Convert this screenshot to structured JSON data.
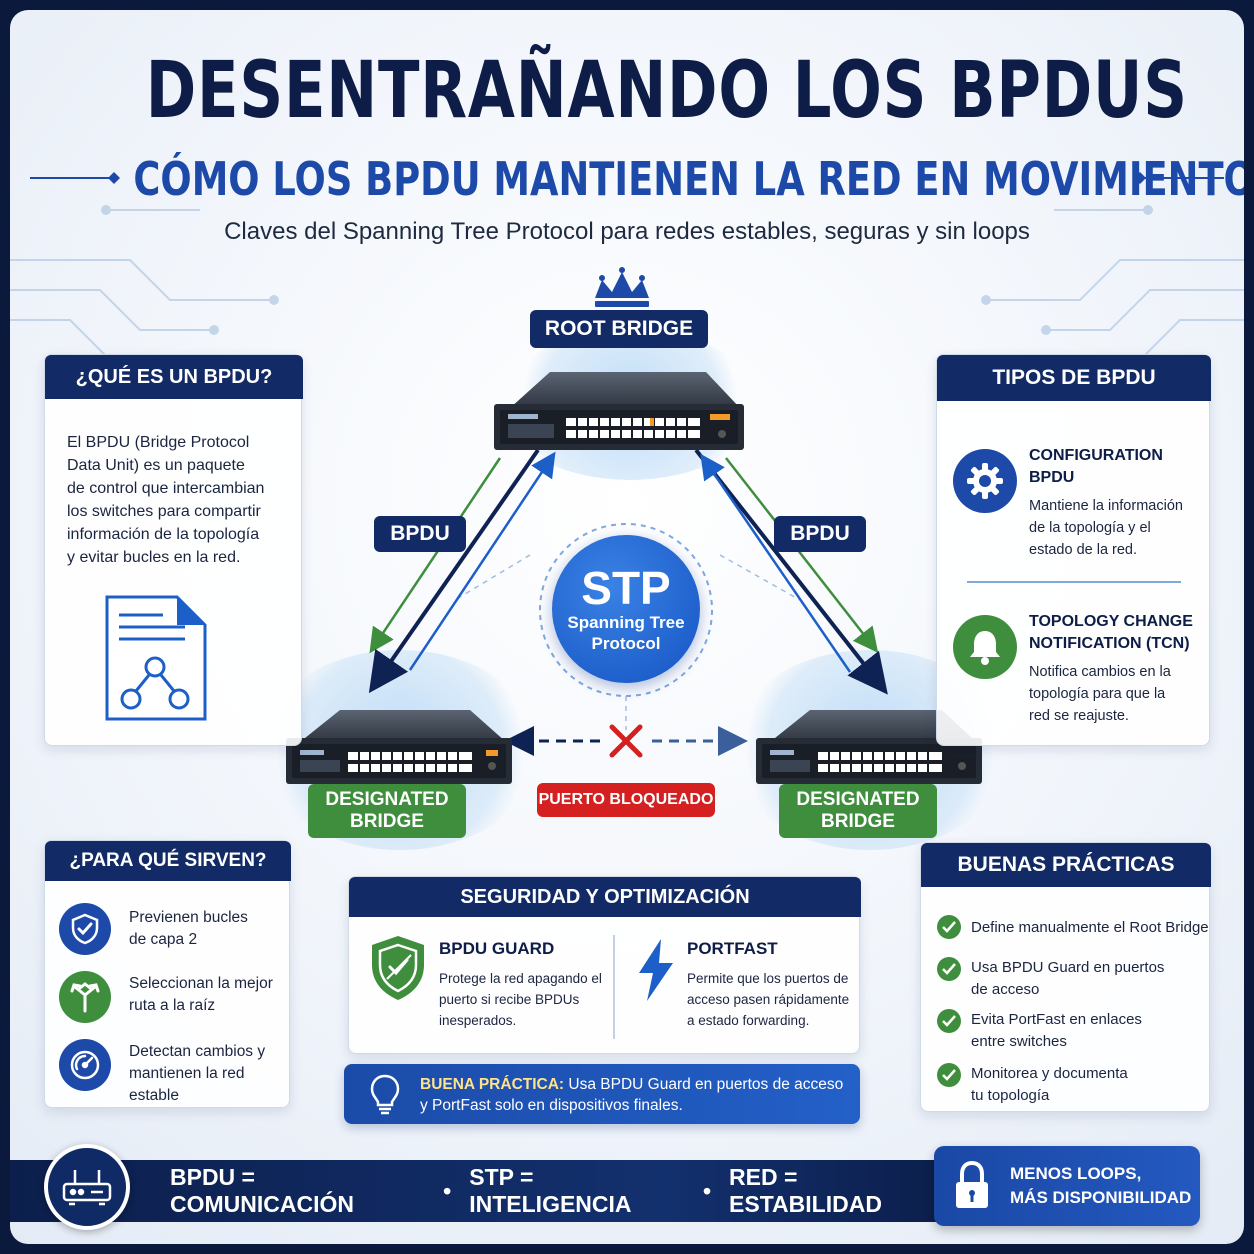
{
  "title": "DESENTRAÑANDO LOS BPDUS",
  "subtitle": "CÓMO LOS BPDU MANTIENEN LA RED EN MOVIMIENTO",
  "tagline": "Claves del Spanning Tree Protocol para redes estables, seguras y sin loops",
  "diagram": {
    "root_label": "ROOT BRIDGE",
    "bpdu_left": "BPDU",
    "bpdu_right": "BPDU",
    "stp_title": "STP",
    "stp_line1": "Spanning Tree",
    "stp_line2": "Protocol",
    "designated_left": [
      "DESIGNATED",
      "BRIDGE"
    ],
    "designated_right": [
      "DESIGNATED",
      "BRIDGE"
    ],
    "blocked_label": "PUERTO BLOQUEADO",
    "colors": {
      "navy": "#122a66",
      "green": "#3f8e3d",
      "red": "#d42020",
      "blue": "#1d5fc8"
    }
  },
  "que_es": {
    "heading": "¿QUÉ ES UN BPDU?",
    "lines": [
      "El BPDU (Bridge Protocol",
      "Data Unit) es un paquete",
      "de control que intercambian",
      "los switches para compartir",
      "información de la topología",
      "y evitar bucles en la red."
    ],
    "icon": "document-network-icon"
  },
  "tipos": {
    "heading": "TIPOS DE BPDU",
    "items": [
      {
        "title": [
          "CONFIGURATION",
          "BPDU"
        ],
        "desc": [
          "Mantiene la información",
          "de la topología y el",
          "estado de la red."
        ],
        "icon": "gear-icon"
      },
      {
        "title": [
          "TOPOLOGY CHANGE",
          "NOTIFICATION (TCN)"
        ],
        "desc": [
          "Notifica cambios en la",
          "topología para que la",
          "red se reajuste."
        ],
        "icon": "bell-icon"
      }
    ]
  },
  "para_que": {
    "heading": "¿PARA QUÉ SIRVEN?",
    "items": [
      {
        "lines": [
          "Previenen bucles",
          "de capa 2"
        ],
        "icon": "shield-check-icon"
      },
      {
        "lines": [
          "Seleccionan la mejor",
          "ruta a la raíz"
        ],
        "icon": "route-arrows-icon"
      },
      {
        "lines": [
          "Detectan cambios y",
          "mantienen la red estable"
        ],
        "icon": "gauge-icon"
      }
    ]
  },
  "seguridad": {
    "heading": "SEGURIDAD Y OPTIMIZACIÓN",
    "guard_title": "BPDU GUARD",
    "guard_desc": [
      "Protege la red apagando el",
      "puerto si recibe BPDUs",
      "inesperados."
    ],
    "portfast_title": "PORTFAST",
    "portfast_desc": [
      "Permite que los puertos de",
      "acceso pasen rápidamente",
      "a estado forwarding."
    ]
  },
  "tip": {
    "strong": "BUENA PRÁCTICA:",
    "line1": " Usa BPDU Guard en puertos de acceso",
    "line2": "y PortFast solo en dispositivos finales."
  },
  "buenas": {
    "heading": "BUENAS PRÁCTICAS",
    "items": [
      [
        "Define manualmente el Root Bridge"
      ],
      [
        "Usa BPDU Guard en puertos",
        "de acceso"
      ],
      [
        "Evita PortFast en enlaces",
        "entre switches"
      ],
      [
        "Monitorea y documenta",
        "tu topología"
      ]
    ]
  },
  "footer": {
    "slogan_1": "BPDU = COMUNICACIÓN",
    "slogan_2": "STP = INTELIGENCIA",
    "slogan_3": "RED = ESTABILIDAD",
    "badge_line1": "MENOS LOOPS,",
    "badge_line2": "MÁS DISPONIBILIDAD"
  }
}
